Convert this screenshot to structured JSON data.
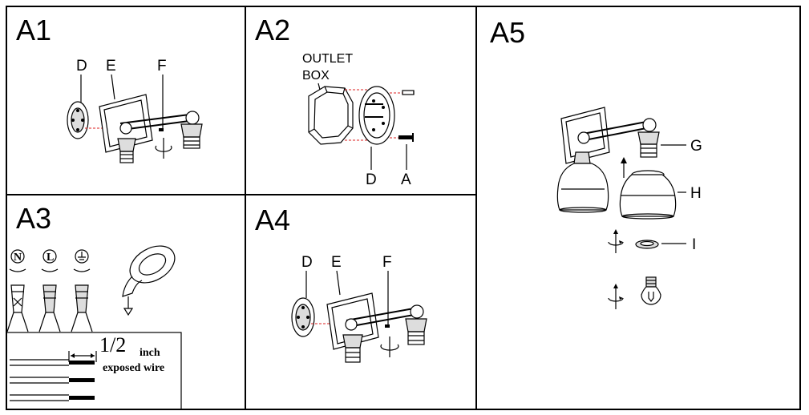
{
  "panels": {
    "a1": {
      "title": "A1",
      "labels": {
        "d": "D",
        "e": "E",
        "f": "F"
      }
    },
    "a2": {
      "title": "A2",
      "box_line1": "OUTLET",
      "box_line2": "BOX",
      "labels": {
        "d": "D",
        "a": "A"
      }
    },
    "a3": {
      "title": "A3",
      "wire_symbols": {
        "neutral": "N",
        "live": "L"
      },
      "fraction": "1/2",
      "unit": "inch",
      "caption": "exposed wire"
    },
    "a4": {
      "title": "A4",
      "labels": {
        "d": "D",
        "e": "E",
        "f": "F"
      }
    },
    "a5": {
      "title": "A5",
      "labels": {
        "g": "G",
        "h": "H",
        "i": "I"
      }
    }
  }
}
